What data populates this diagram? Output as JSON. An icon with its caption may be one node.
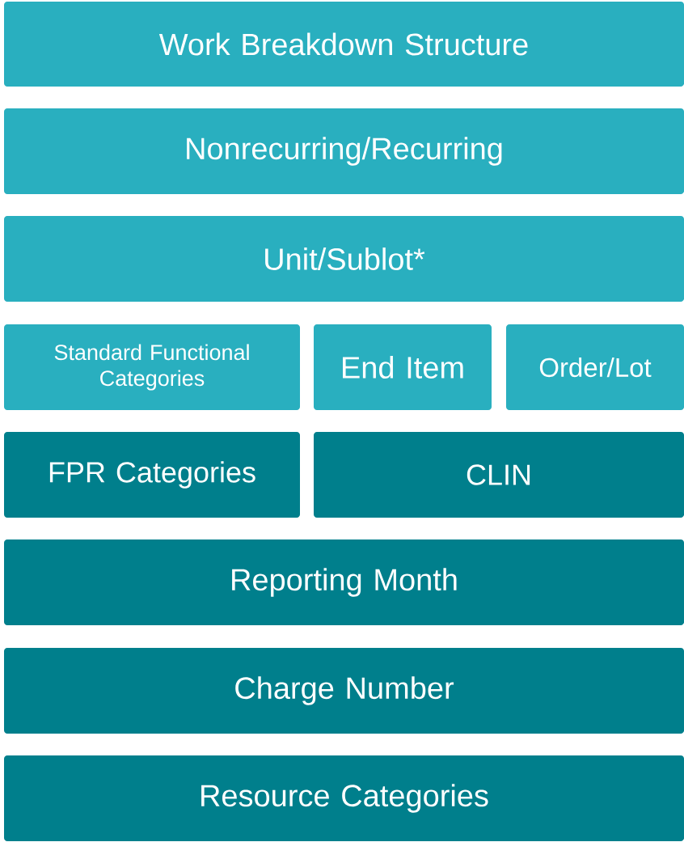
{
  "diagram": {
    "nodes": [
      {
        "text": [
          "Work Breakdown Structure"
        ]
      },
      {
        "text": [
          "Nonrecurring/Recurring"
        ]
      },
      {
        "text": [
          "Unit/Sublot*"
        ]
      },
      {
        "text": [
          "Standard Functional Categories"
        ]
      },
      {
        "text": [
          "End Item"
        ]
      },
      {
        "text": [
          "Order/Lot"
        ]
      },
      {
        "text": [
          "FPR Categories"
        ]
      },
      {
        "text": [
          "CLIN"
        ]
      },
      {
        "text": [
          "Reporting Month"
        ]
      },
      {
        "text": [
          "Charge Number"
        ]
      },
      {
        "text": [
          "Resource Categories"
        ]
      }
    ]
  }
}
